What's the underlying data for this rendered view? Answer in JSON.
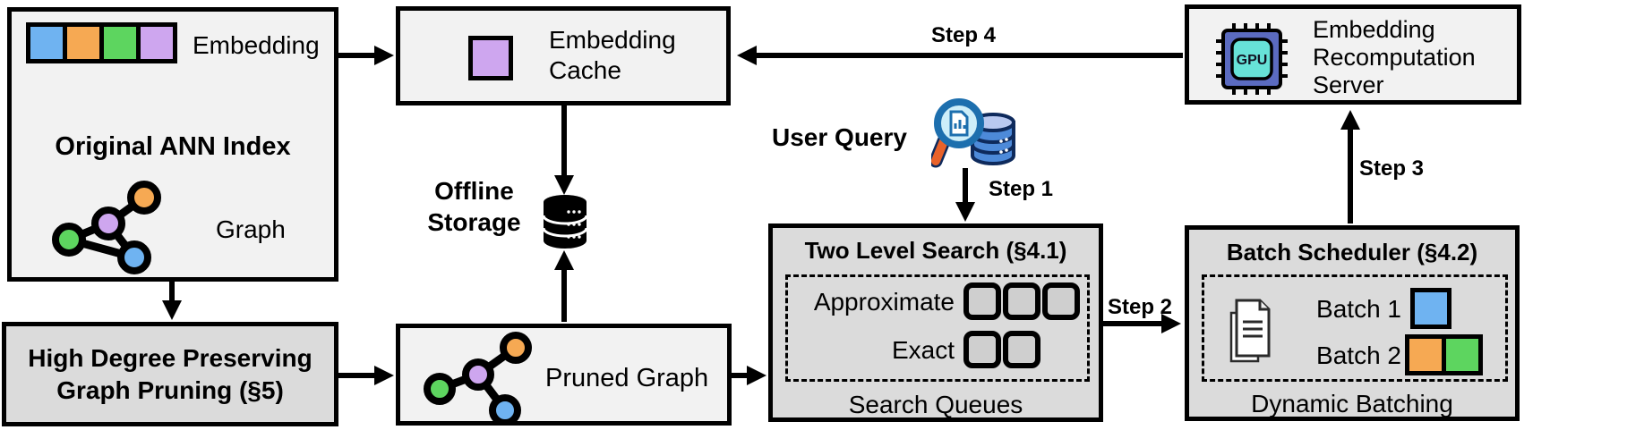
{
  "diagram_title": "ANN index with embedding recomputation system architecture",
  "colors": {
    "blue": "#6FB3F1",
    "orange": "#F6A953",
    "green": "#5DD55F",
    "purple": "#CEA6EF",
    "box_light": "#F2F2F2",
    "box_gray": "#DBDBDB",
    "queue_fill": "#CFCFCF",
    "gpu_chip": "#5B6BC0",
    "gpu_core": "#67E2D8",
    "magnifier_rim": "#1D6FAE",
    "magnifier_lens": "#CDEEF9",
    "magnifier_handle": "#E8622A",
    "db_body": "#4D8AD9",
    "db_top": "#B9C9F0",
    "db_outline": "#0E2A5C",
    "arrow": "#000000"
  },
  "original_index": {
    "title": "Original ANN Index",
    "embedding_label": "Embedding",
    "graph_label": "Graph"
  },
  "embedding_cache": {
    "label": "Embedding Cache"
  },
  "recomputation_server": {
    "label": "Embedding Recomputation Server",
    "gpu_text": "GPU"
  },
  "user_query": {
    "label": "User Query"
  },
  "offline_storage": {
    "label": "Offline Storage"
  },
  "graph_pruning": {
    "label": "High Degree Preserving Graph Pruning (§5)"
  },
  "pruned_graph": {
    "label": "Pruned Graph"
  },
  "two_level_search": {
    "title": "Two Level Search (§4.1)",
    "approximate_label": "Approximate",
    "exact_label": "Exact",
    "approximate_queue_count": 3,
    "exact_queue_count": 2,
    "footer": "Search Queues"
  },
  "batch_scheduler": {
    "title": "Batch Scheduler (§4.2)",
    "batch1_label": "Batch 1",
    "batch2_label": "Batch 2",
    "footer": "Dynamic Batching"
  },
  "steps": {
    "step1": "Step 1",
    "step2": "Step 2",
    "step3": "Step 3",
    "step4": "Step 4"
  },
  "icons": [
    "graph-icon",
    "pruned-graph-icon",
    "gpu-chip-icon",
    "magnifier-database-icon",
    "offline-storage-database-icon",
    "documents-stack-icon"
  ]
}
